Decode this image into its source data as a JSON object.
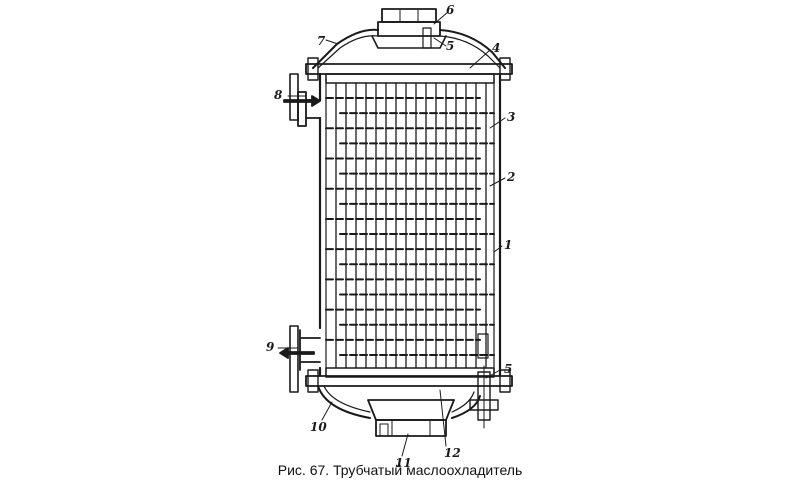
{
  "figure": {
    "caption": "Рис. 67. Трубчатый маслоохладитель",
    "callouts": [
      {
        "id": "1",
        "label": "1"
      },
      {
        "id": "2",
        "label": "2"
      },
      {
        "id": "3",
        "label": "3"
      },
      {
        "id": "4",
        "label": "4"
      },
      {
        "id": "5a",
        "label": "5"
      },
      {
        "id": "5b",
        "label": "5"
      },
      {
        "id": "6",
        "label": "6"
      },
      {
        "id": "7",
        "label": "7"
      },
      {
        "id": "8",
        "label": "8"
      },
      {
        "id": "9",
        "label": "9"
      },
      {
        "id": "10",
        "label": "10"
      },
      {
        "id": "11",
        "label": "11"
      },
      {
        "id": "12",
        "label": "12"
      }
    ],
    "colors": {
      "ink": "#1a1a1a",
      "background": "#ffffff"
    }
  }
}
